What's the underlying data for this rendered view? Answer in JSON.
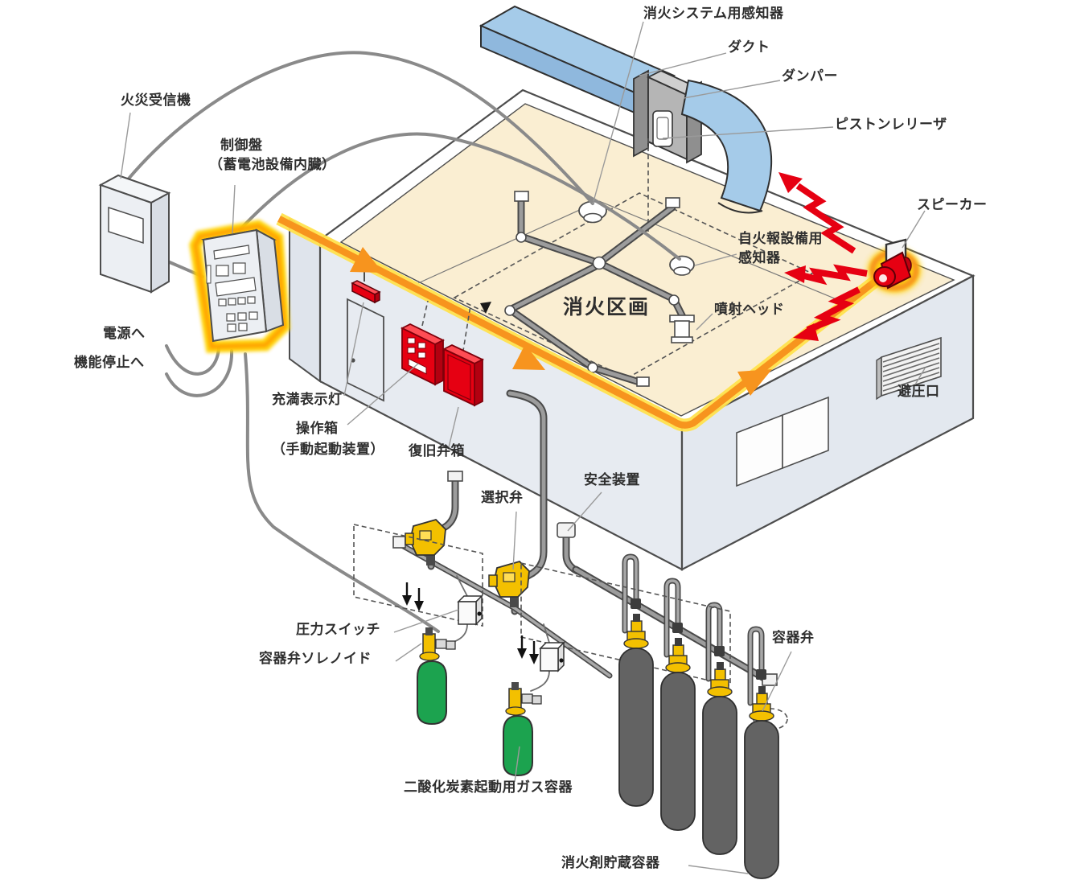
{
  "diagram": {
    "labels": {
      "fire_alarm_receiver": "火災受信機",
      "control_panel_line1": "制御盤",
      "control_panel_line2": "（蓄電池設備内臓）",
      "to_power_supply": "電源へ",
      "to_function_stop": "機能停止へ",
      "suppression_system_detector": "消火システム用感知器",
      "duct": "ダクト",
      "damper": "ダンパー",
      "piston_releaser": "ピストンレリーザ",
      "speaker": "スピーカー",
      "auto_fire_alarm_detector_line1": "自火報設備用",
      "auto_fire_alarm_detector_line2": "感知器",
      "discharge_head": "噴射ヘッド",
      "suppression_zone": "消火区画",
      "pressure_relief_port": "避圧口",
      "charged_indicator_lamp": "充満表示灯",
      "operation_box_line1": "操作箱",
      "operation_box_line2": "（手動起動装置）",
      "recovery_valve_box": "復旧弁箱",
      "selector_valve": "選択弁",
      "safety_device": "安全装置",
      "pressure_switch": "圧力スイッチ",
      "container_valve_solenoid": "容器弁ソレノイド",
      "container_valve": "容器弁",
      "co2_starter_gas_container": "二酸化炭素起動用ガス容器",
      "extinguishing_agent_storage_container": "消火剤貯蔵容器"
    },
    "colors": {
      "highlight_orange": "#F7941E",
      "highlight_glow": "#FFD200",
      "alarm_red": "#E60012",
      "duct_blue": "#A5CBE9",
      "roof_cream": "#FAEED2",
      "wall_gray": "#E7EBF1",
      "pipe_gray": "#8C8C8C",
      "valve_yellow": "#F3C000",
      "storage_cylinder_gray": "#636363",
      "starter_cylinder_green": "#1CA34F"
    }
  }
}
